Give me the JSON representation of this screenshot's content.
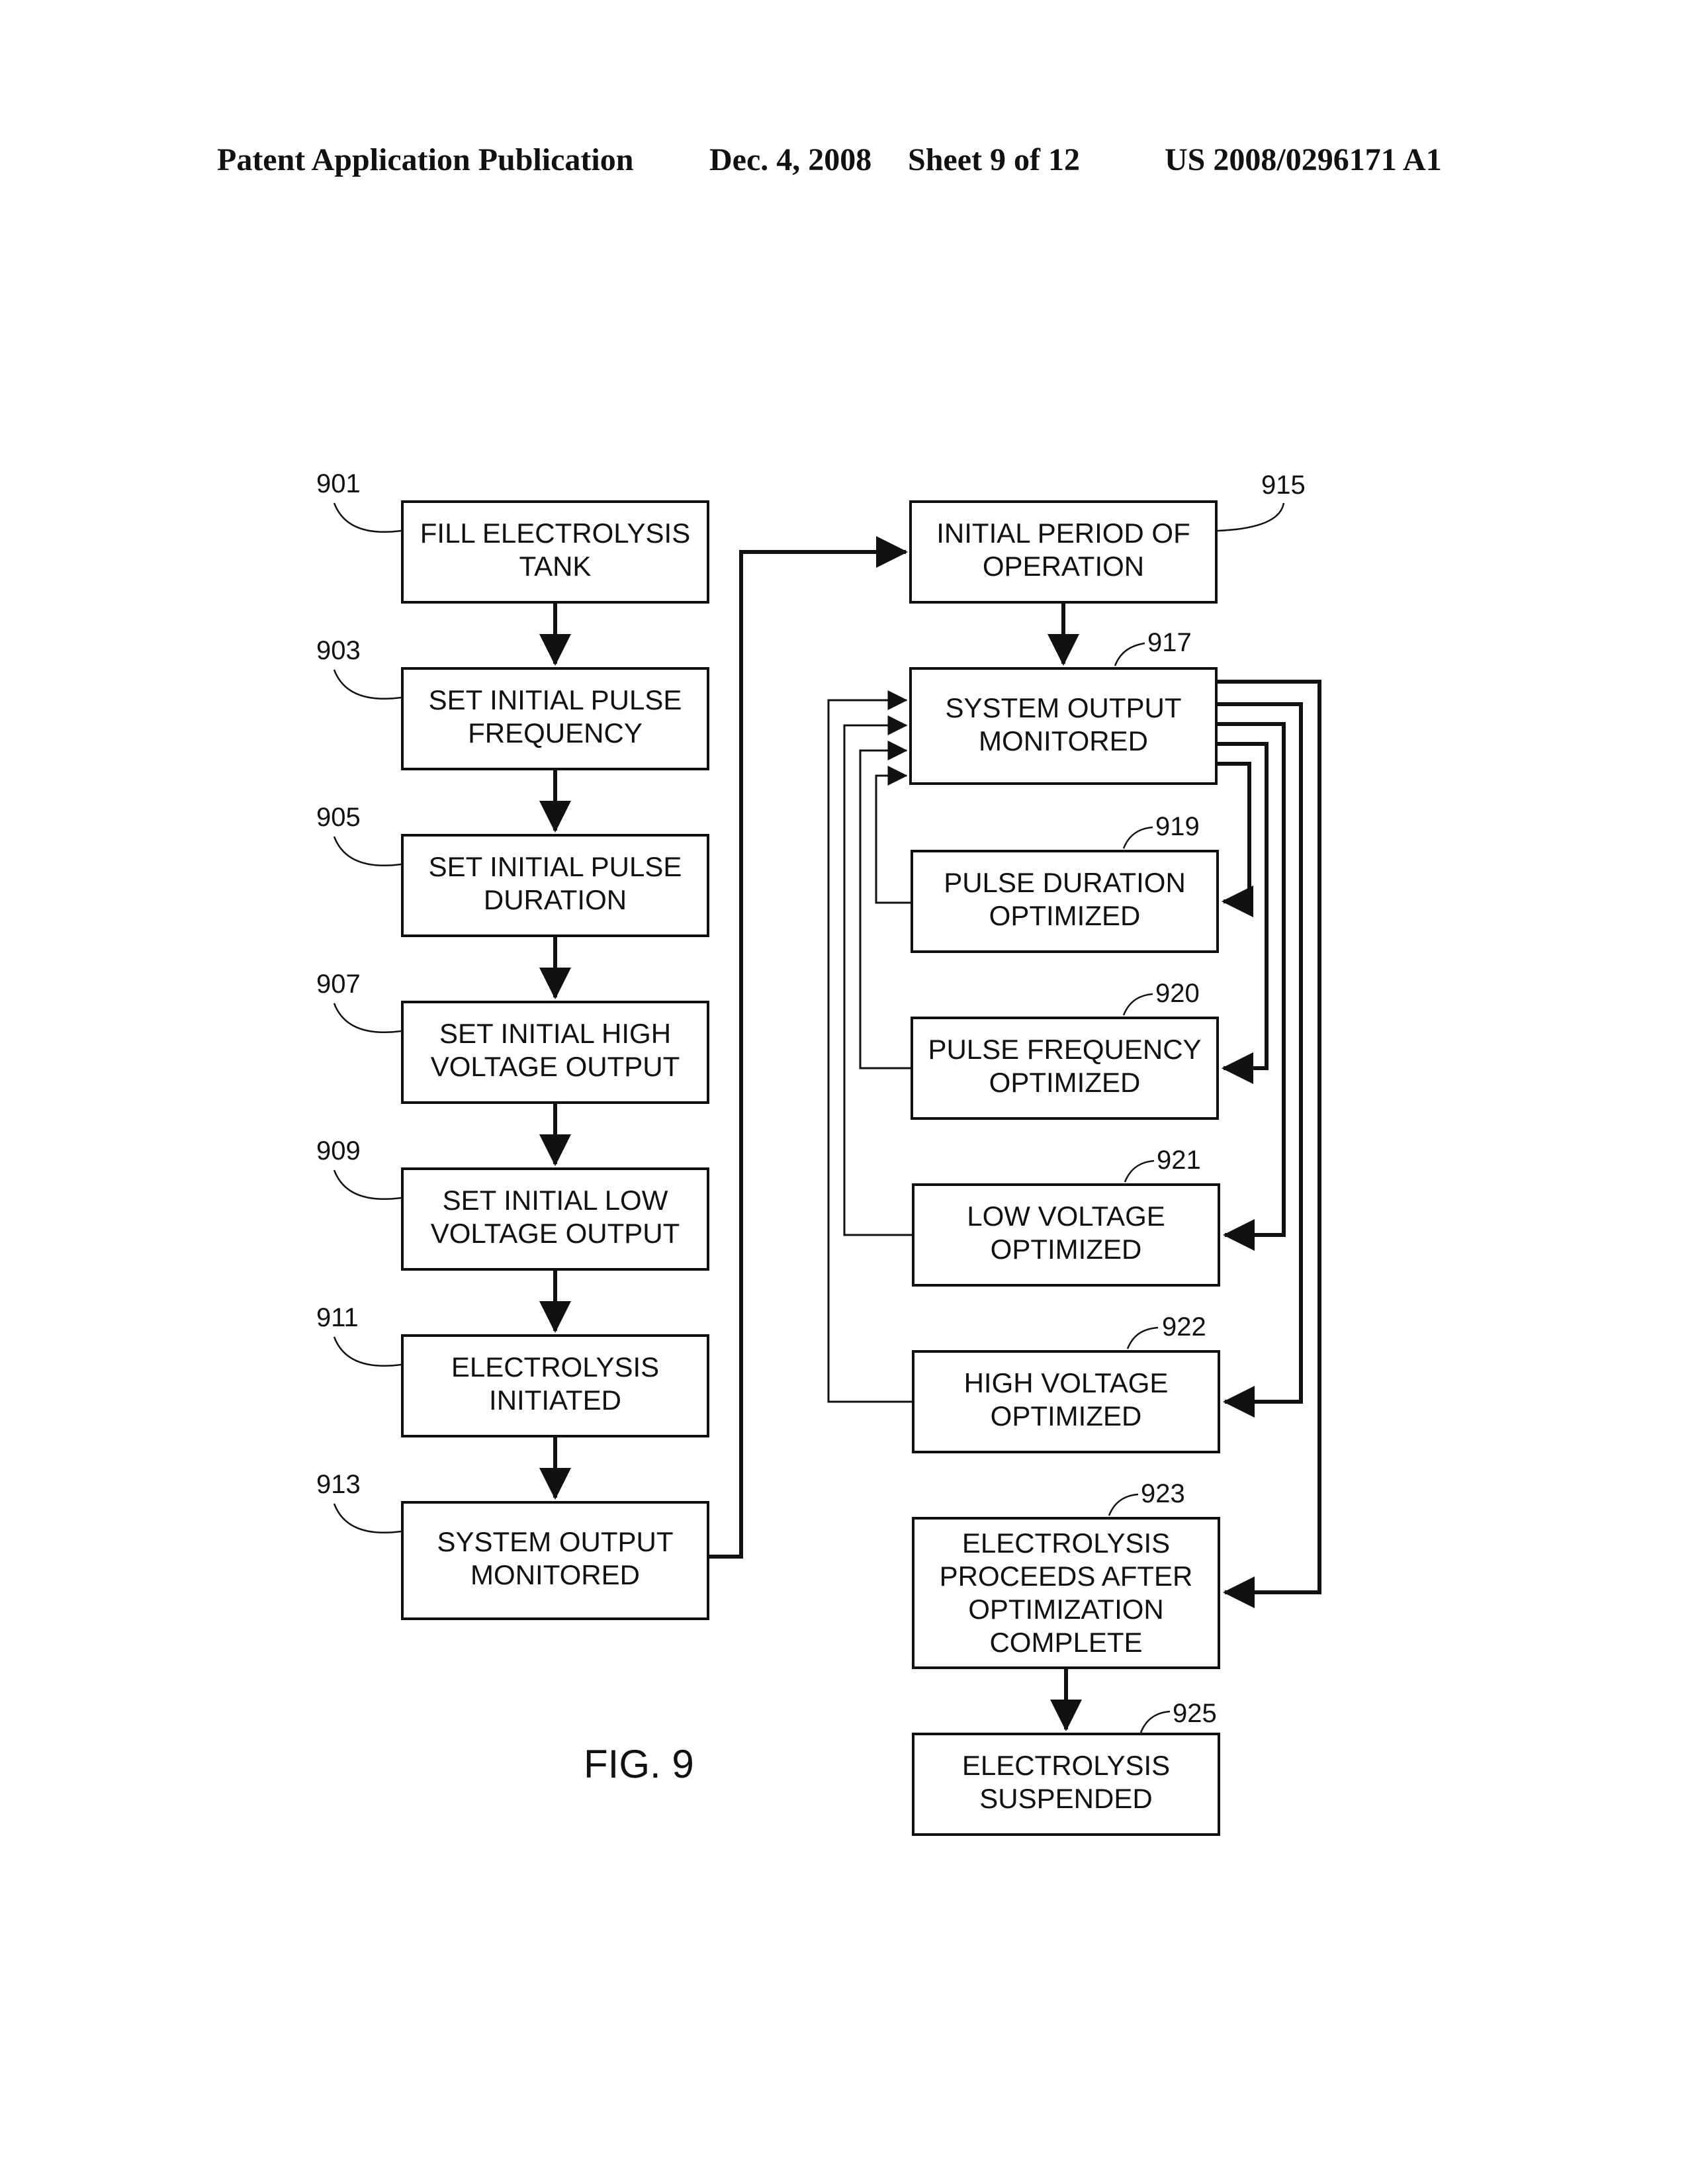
{
  "header": {
    "publication": "Patent Application Publication",
    "date": "Dec. 4, 2008",
    "sheet": "Sheet 9 of 12",
    "patent_number": "US 2008/0296171 A1"
  },
  "figure_label": "FIG. 9",
  "steps": {
    "s901": {
      "ref": "901",
      "line1": "FILL ELECTROLYSIS",
      "line2": "TANK"
    },
    "s903": {
      "ref": "903",
      "line1": "SET INITIAL PULSE",
      "line2": "FREQUENCY"
    },
    "s905": {
      "ref": "905",
      "line1": "SET INITIAL PULSE",
      "line2": "DURATION"
    },
    "s907": {
      "ref": "907",
      "line1": "SET INITIAL HIGH",
      "line2": "VOLTAGE OUTPUT"
    },
    "s909": {
      "ref": "909",
      "line1": "SET INITIAL LOW",
      "line2": "VOLTAGE OUTPUT"
    },
    "s911": {
      "ref": "911",
      "line1": "ELECTROLYSIS",
      "line2": "INITIATED"
    },
    "s913": {
      "ref": "913",
      "line1": "SYSTEM OUTPUT",
      "line2": "MONITORED"
    },
    "s915": {
      "ref": "915",
      "line1": "INITIAL PERIOD OF",
      "line2": "OPERATION"
    },
    "s917": {
      "ref": "917",
      "line1": "SYSTEM OUTPUT",
      "line2": "MONITORED"
    },
    "s919": {
      "ref": "919",
      "line1": "PULSE DURATION",
      "line2": "OPTIMIZED"
    },
    "s920": {
      "ref": "920",
      "line1": "PULSE FREQUENCY",
      "line2": "OPTIMIZED"
    },
    "s921": {
      "ref": "921",
      "line1": "LOW VOLTAGE",
      "line2": "OPTIMIZED"
    },
    "s922": {
      "ref": "922",
      "line1": "HIGH VOLTAGE",
      "line2": "OPTIMIZED"
    },
    "s923": {
      "ref": "923",
      "line1": "ELECTROLYSIS",
      "line2": "PROCEEDS AFTER",
      "line3": "OPTIMIZATION",
      "line4": "COMPLETE"
    },
    "s925": {
      "ref": "925",
      "line1": "ELECTROLYSIS",
      "line2": "SUSPENDED"
    }
  }
}
